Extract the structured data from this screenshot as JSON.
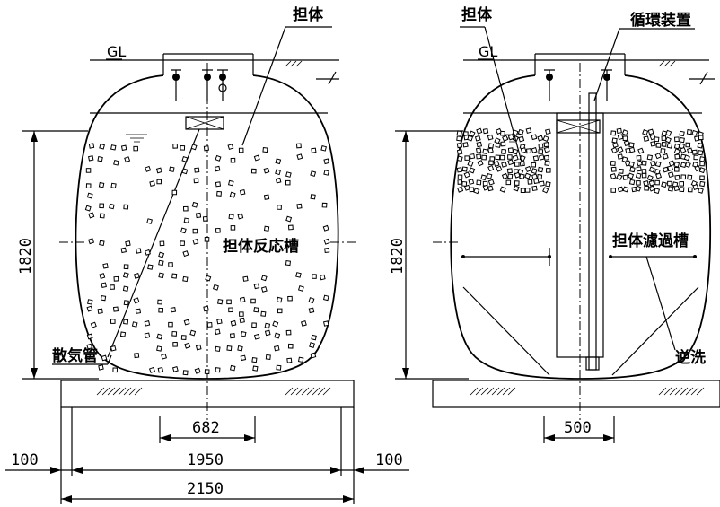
{
  "left_view": {
    "label_carrier": "担体",
    "label_gl": "GL",
    "label_tank": "担体反応槽",
    "label_aeration_pipe": "散気管"
  },
  "right_view": {
    "label_carrier": "担体",
    "label_gl": "GL",
    "label_circulation": "循環装置",
    "label_tank": "担体濾過槽",
    "label_backwash": "逆洗"
  },
  "dimensions": {
    "height": "1820",
    "height_right": "1820",
    "inner_left": "682",
    "inner_right": "500",
    "side_left": "100",
    "side_right": "100",
    "body_width": "1950",
    "total_width": "2150"
  }
}
